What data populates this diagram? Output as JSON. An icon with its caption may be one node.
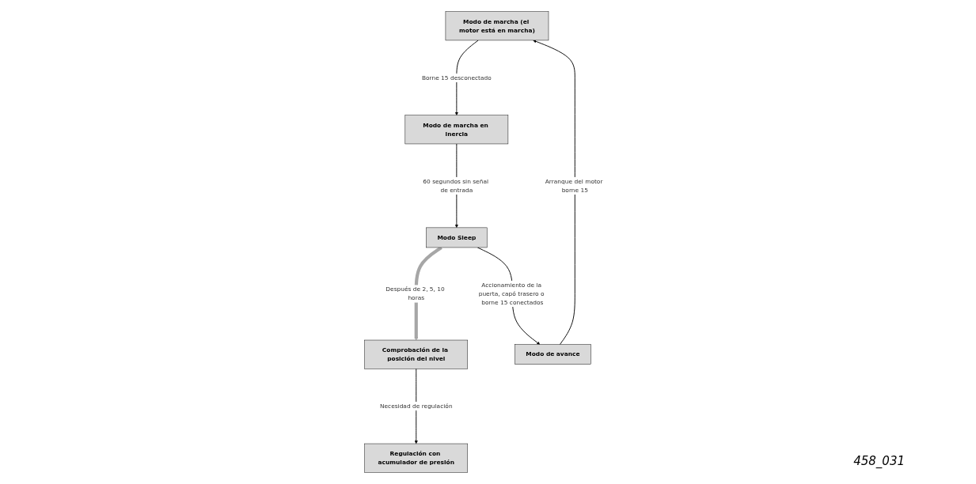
{
  "diagram": {
    "nodes": [
      {
        "text": [
          "Modo de marcha (el motor está en marcha)"
        ]
      },
      {
        "text": [
          "Modo de marcha en inercia"
        ]
      },
      {
        "text": [
          "Regulación con acumulador de presión"
        ]
      },
      {
        "text": [
          "Modo Sleep"
        ]
      },
      {
        "text": [
          "Comprobación de la posición del nivel"
        ]
      },
      {
        "text": [
          "Modo de avance"
        ]
      }
    ],
    "edges": [
      {
        "from": 0,
        "to": 1,
        "arrow": "to",
        "label": "Borne 15 desconectado"
      },
      {
        "from": 1,
        "to": 3,
        "arrow": "to",
        "label": "60 segundos sin señal de entrada"
      },
      {
        "from": 4,
        "to": 2,
        "arrow": "to",
        "label": "Necesidad de regulación"
      },
      {
        "from": 3,
        "to": 4,
        "arrow": "to",
        "label": "Después de 2, 5, 10 horas",
        "style": "thick",
        "color": "#a6a6a6"
      },
      {
        "from": 3,
        "to": 5,
        "arrow": "to",
        "label": "Accionamiento de la puerta, capó trasero o borne 15 conectados"
      },
      {
        "from": 5,
        "to": 0,
        "arrow": "to",
        "label": "Arranque del motor borne 15"
      }
    ],
    "labels": [
      "458_031"
    ]
  }
}
